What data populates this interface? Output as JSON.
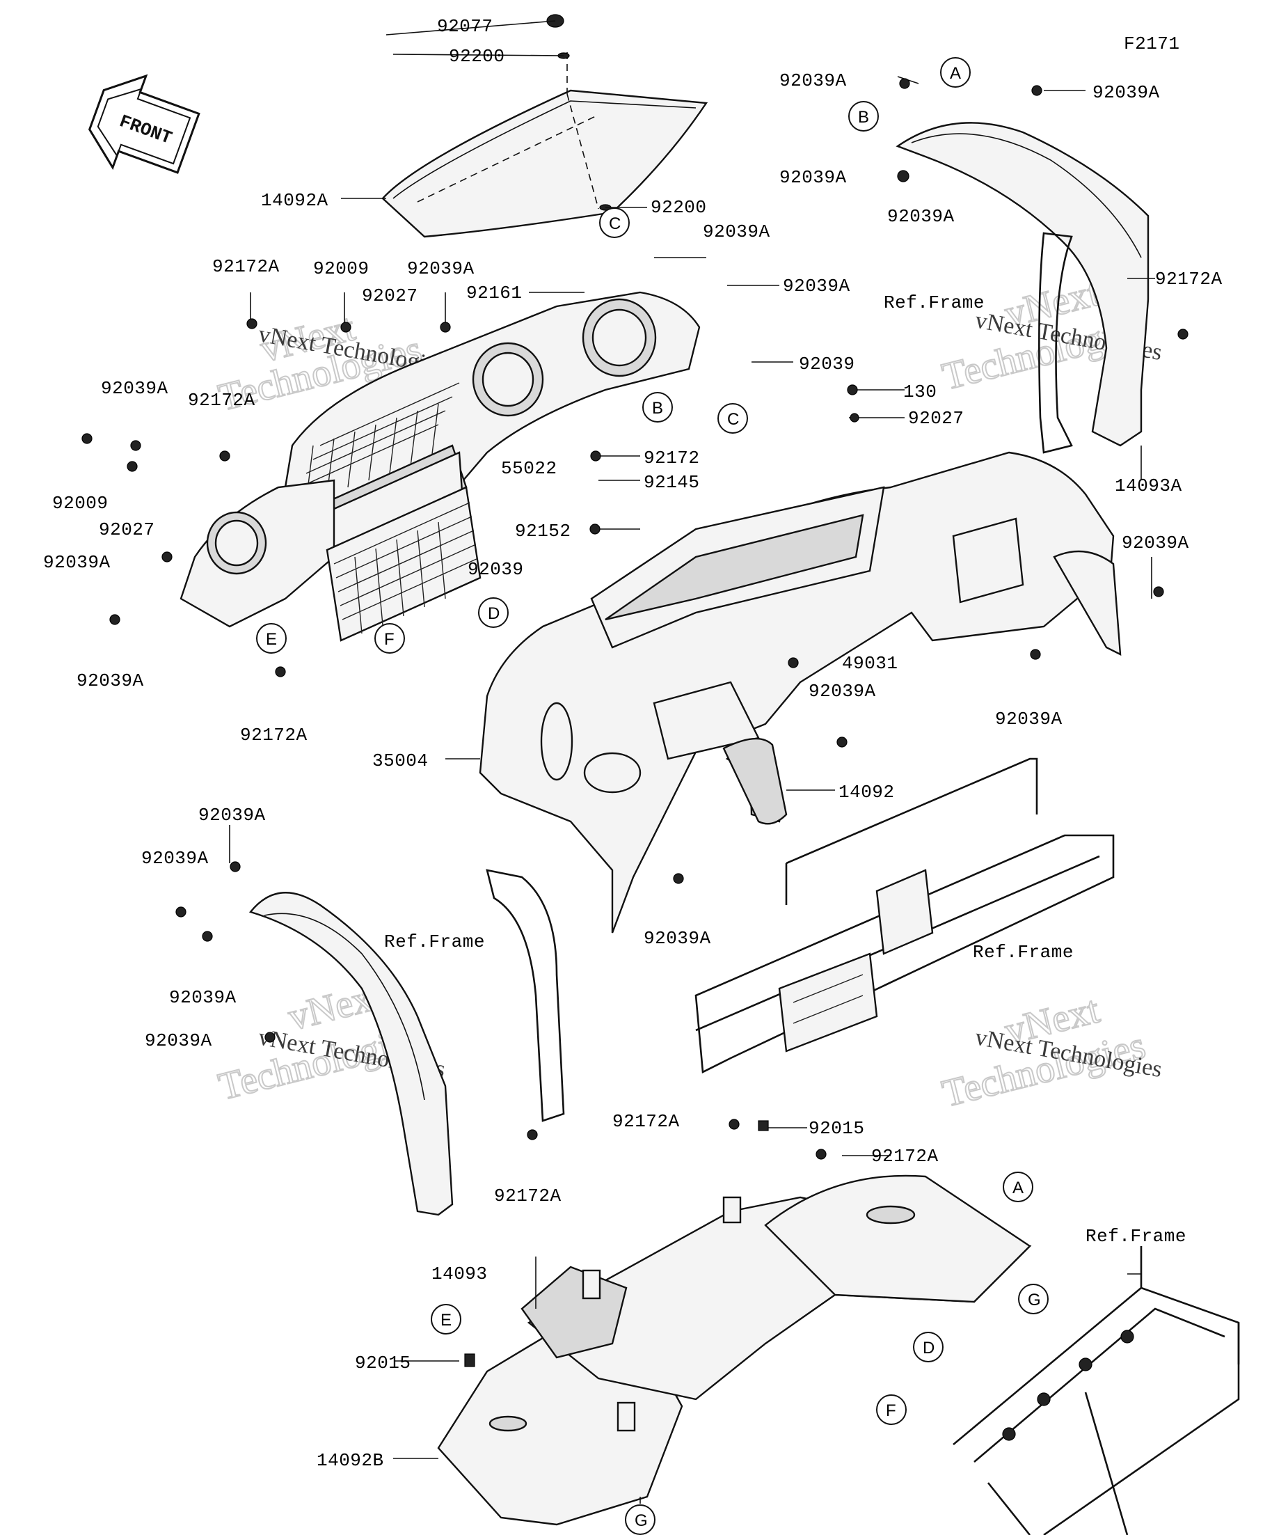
{
  "figure_code": "F2171",
  "front_arrow": {
    "label": "FRONT"
  },
  "watermark": {
    "brand_line1": "vNext",
    "brand_line2": "Technologies",
    "caption": "vNext Technologies"
  },
  "part_numbers": {
    "p92077": "92077",
    "p92200_top": "92200",
    "p14092A": "14092A",
    "p92200_mid": "92200",
    "p92039A_top": "92039A",
    "p92161": "92161",
    "p92039A_top2": "92039A",
    "p92172A_left": "92172A",
    "p92009_top": "92009",
    "p92027_top": "92027",
    "p92039A_dash": "92039A",
    "p92039A_left": "92039A",
    "p92172A_left2": "92172A",
    "p92009_left": "92009",
    "p92027_left": "92027",
    "p92039A_left2": "92039A",
    "p92039A_left3": "92039A",
    "p92172A_low": "92172A",
    "p55022": "55022",
    "p92172": "92172",
    "p92145": "92145",
    "p92152": "92152",
    "p92039_mid": "92039",
    "p92039_top": "92039",
    "p130": "130",
    "p92027_mid": "92027",
    "p49031": "49031",
    "p92039A_mid": "92039A",
    "p92039A_right_low": "92039A",
    "p35004": "35004",
    "p14092": "14092",
    "p92039A_tr1": "92039A",
    "p92039A_tr2": "92039A",
    "p92039A_tr3": "92039A",
    "p92039A_tr4": "92039A",
    "p92172A_tr": "92172A",
    "p14093A": "14093A",
    "p92039A_r": "92039A",
    "p92039A_lf1": "92039A",
    "p92039A_lf2": "92039A",
    "p92039A_lf3": "92039A",
    "p92039A_lf4": "92039A",
    "p92172A_lf": "92172A",
    "p14093": "14093",
    "p92039A_ctr": "92039A",
    "p92172A_b1": "92172A",
    "p92015_b": "92015",
    "p92172A_b2": "92172A",
    "p92015_l": "92015",
    "p14092B": "14092B"
  },
  "ref_frame_labels": {
    "tr": "Ref.Frame",
    "mid_left": "Ref.Frame",
    "mid_right": "Ref.Frame",
    "br": "Ref.Frame"
  },
  "callouts": {
    "A_top": "A",
    "B_top": "B",
    "C_top": "C",
    "B_mid": "B",
    "C_mid": "C",
    "D_mid": "D",
    "E_mid": "E",
    "F_mid": "F",
    "A_bot": "A",
    "E_bot": "E",
    "D_bot": "D",
    "F_bot": "F",
    "G_bot": "G",
    "G_r": "G"
  }
}
